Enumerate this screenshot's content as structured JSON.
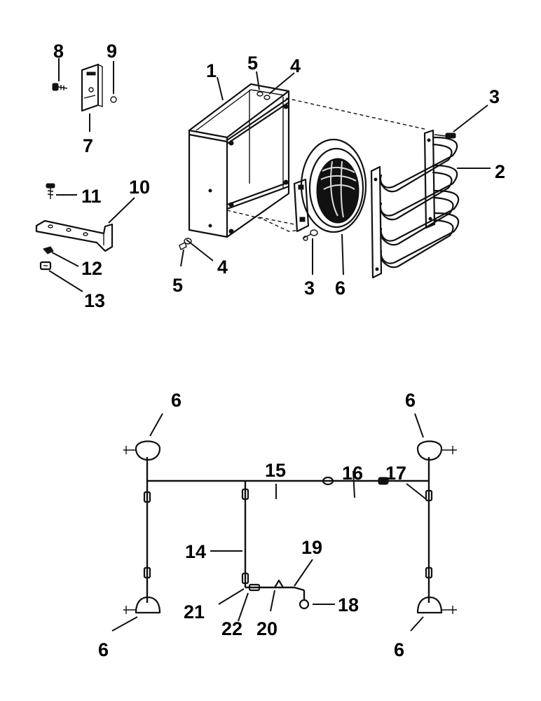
{
  "figure": {
    "callouts_upper": [
      {
        "id": "c1",
        "text": "1"
      },
      {
        "id": "c2",
        "text": "2"
      },
      {
        "id": "c3a",
        "text": "3"
      },
      {
        "id": "c3b",
        "text": "3"
      },
      {
        "id": "c4a",
        "text": "4"
      },
      {
        "id": "c4b",
        "text": "4"
      },
      {
        "id": "c5a",
        "text": "5"
      },
      {
        "id": "c5b",
        "text": "5"
      },
      {
        "id": "c6",
        "text": "6"
      },
      {
        "id": "c7",
        "text": "7"
      },
      {
        "id": "c8",
        "text": "8"
      },
      {
        "id": "c9",
        "text": "9"
      },
      {
        "id": "c10",
        "text": "10"
      },
      {
        "id": "c11",
        "text": "11"
      },
      {
        "id": "c12",
        "text": "12"
      },
      {
        "id": "c13",
        "text": "13"
      }
    ],
    "callouts_lower": [
      {
        "id": "w6a",
        "text": "6"
      },
      {
        "id": "w6b",
        "text": "6"
      },
      {
        "id": "w6c",
        "text": "6"
      },
      {
        "id": "w6d",
        "text": "6"
      },
      {
        "id": "w14",
        "text": "14"
      },
      {
        "id": "w15",
        "text": "15"
      },
      {
        "id": "w16",
        "text": "16"
      },
      {
        "id": "w17",
        "text": "17"
      },
      {
        "id": "w18",
        "text": "18"
      },
      {
        "id": "w19",
        "text": "19"
      },
      {
        "id": "w20",
        "text": "20"
      },
      {
        "id": "w21",
        "text": "21"
      },
      {
        "id": "w22",
        "text": "22"
      }
    ]
  }
}
